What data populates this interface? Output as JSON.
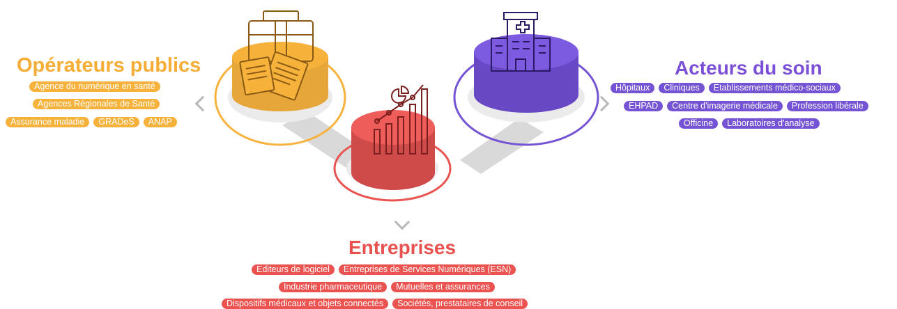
{
  "colors": {
    "public": "#f7b23c",
    "care": "#7454d4",
    "companies": "#ea5350",
    "connector": "#d9d9d9",
    "chevron": "#b8b8b8"
  },
  "groups": {
    "public": {
      "title": "Opérateurs publics",
      "icon": "briefcase-documents-icon",
      "rows": [
        [
          "Agence du numérique en santé"
        ],
        [
          "Agences Régionales de Santé"
        ],
        [
          "Assurance maladie",
          "GRADeS",
          "ANAP"
        ]
      ]
    },
    "care": {
      "title": "Acteurs du soin",
      "icon": "hospital-icon",
      "rows": [
        [
          "Hôpitaux",
          "Cliniques",
          "Etablissements médico-sociaux"
        ],
        [
          "EHPAD",
          "Centre d'imagerie médicale",
          "Profession libérale"
        ],
        [
          "Officine",
          "Laboratoires d'analyse"
        ]
      ]
    },
    "companies": {
      "title": "Entreprises",
      "icon": "growth-chart-icon",
      "rows": [
        [
          "Editeurs de logiciel",
          "Entreprises de Services Numériques (ESN)"
        ],
        [
          "Industrie pharmaceutique",
          "Mutuelles et assurances"
        ],
        [
          "Dispositifs médicaux et objets connectés",
          "Sociétés, prestataires de conseil"
        ]
      ]
    }
  }
}
